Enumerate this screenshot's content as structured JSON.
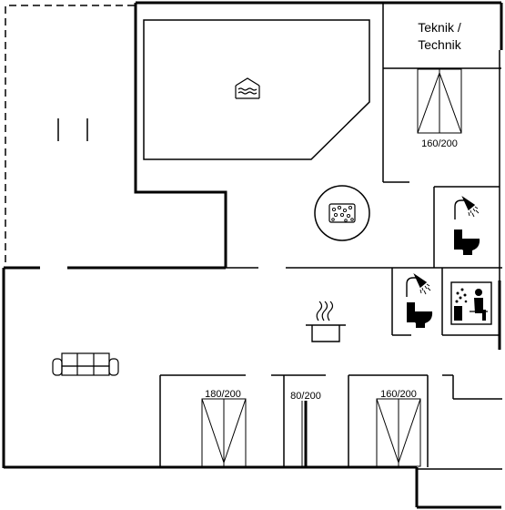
{
  "labels": {
    "technik_line1": "Teknik /",
    "technik_line2": "Technik",
    "bed_top_right": "160/200",
    "bed_bottom_left": "180/200",
    "bed_bottom_middle": "80/200",
    "bed_bottom_right": "160/200"
  },
  "icons": {
    "pool": "pool-icon",
    "whirlpool": "whirlpool-icon",
    "shower": "shower-icon",
    "toilet": "toilet-icon",
    "sauna": "sauna-icon",
    "kitchen": "cooking-pot-icon",
    "sofa": "sofa-icon"
  },
  "colors": {
    "line": "#000000",
    "background": "#ffffff"
  }
}
